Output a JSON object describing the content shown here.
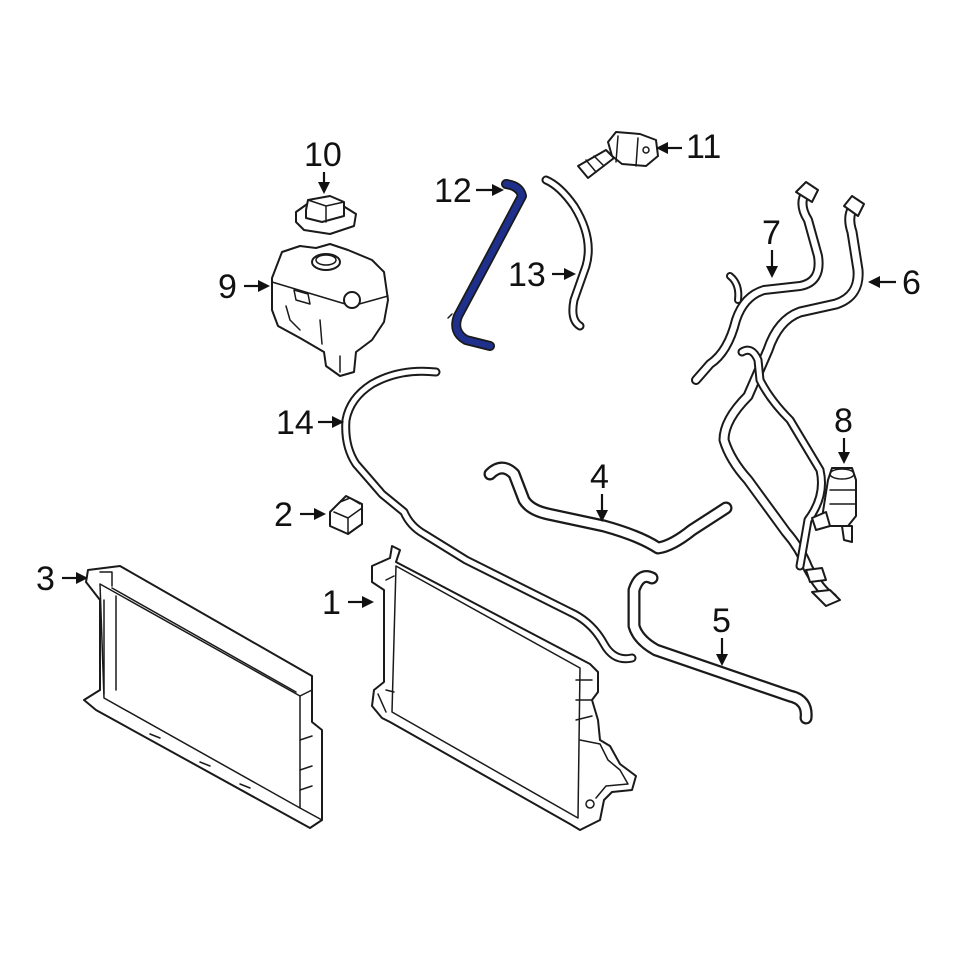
{
  "diagram": {
    "highlight_color": "#1e2f8c",
    "line_color": "#1a1a1a",
    "callouts": [
      {
        "id": "1",
        "label": "1"
      },
      {
        "id": "2",
        "label": "2"
      },
      {
        "id": "3",
        "label": "3"
      },
      {
        "id": "4",
        "label": "4"
      },
      {
        "id": "5",
        "label": "5"
      },
      {
        "id": "6",
        "label": "6"
      },
      {
        "id": "7",
        "label": "7"
      },
      {
        "id": "8",
        "label": "8"
      },
      {
        "id": "9",
        "label": "9"
      },
      {
        "id": "10",
        "label": "10"
      },
      {
        "id": "11",
        "label": "11"
      },
      {
        "id": "12",
        "label": "12"
      },
      {
        "id": "13",
        "label": "13"
      },
      {
        "id": "14",
        "label": "14"
      }
    ],
    "highlighted_part": "12"
  }
}
